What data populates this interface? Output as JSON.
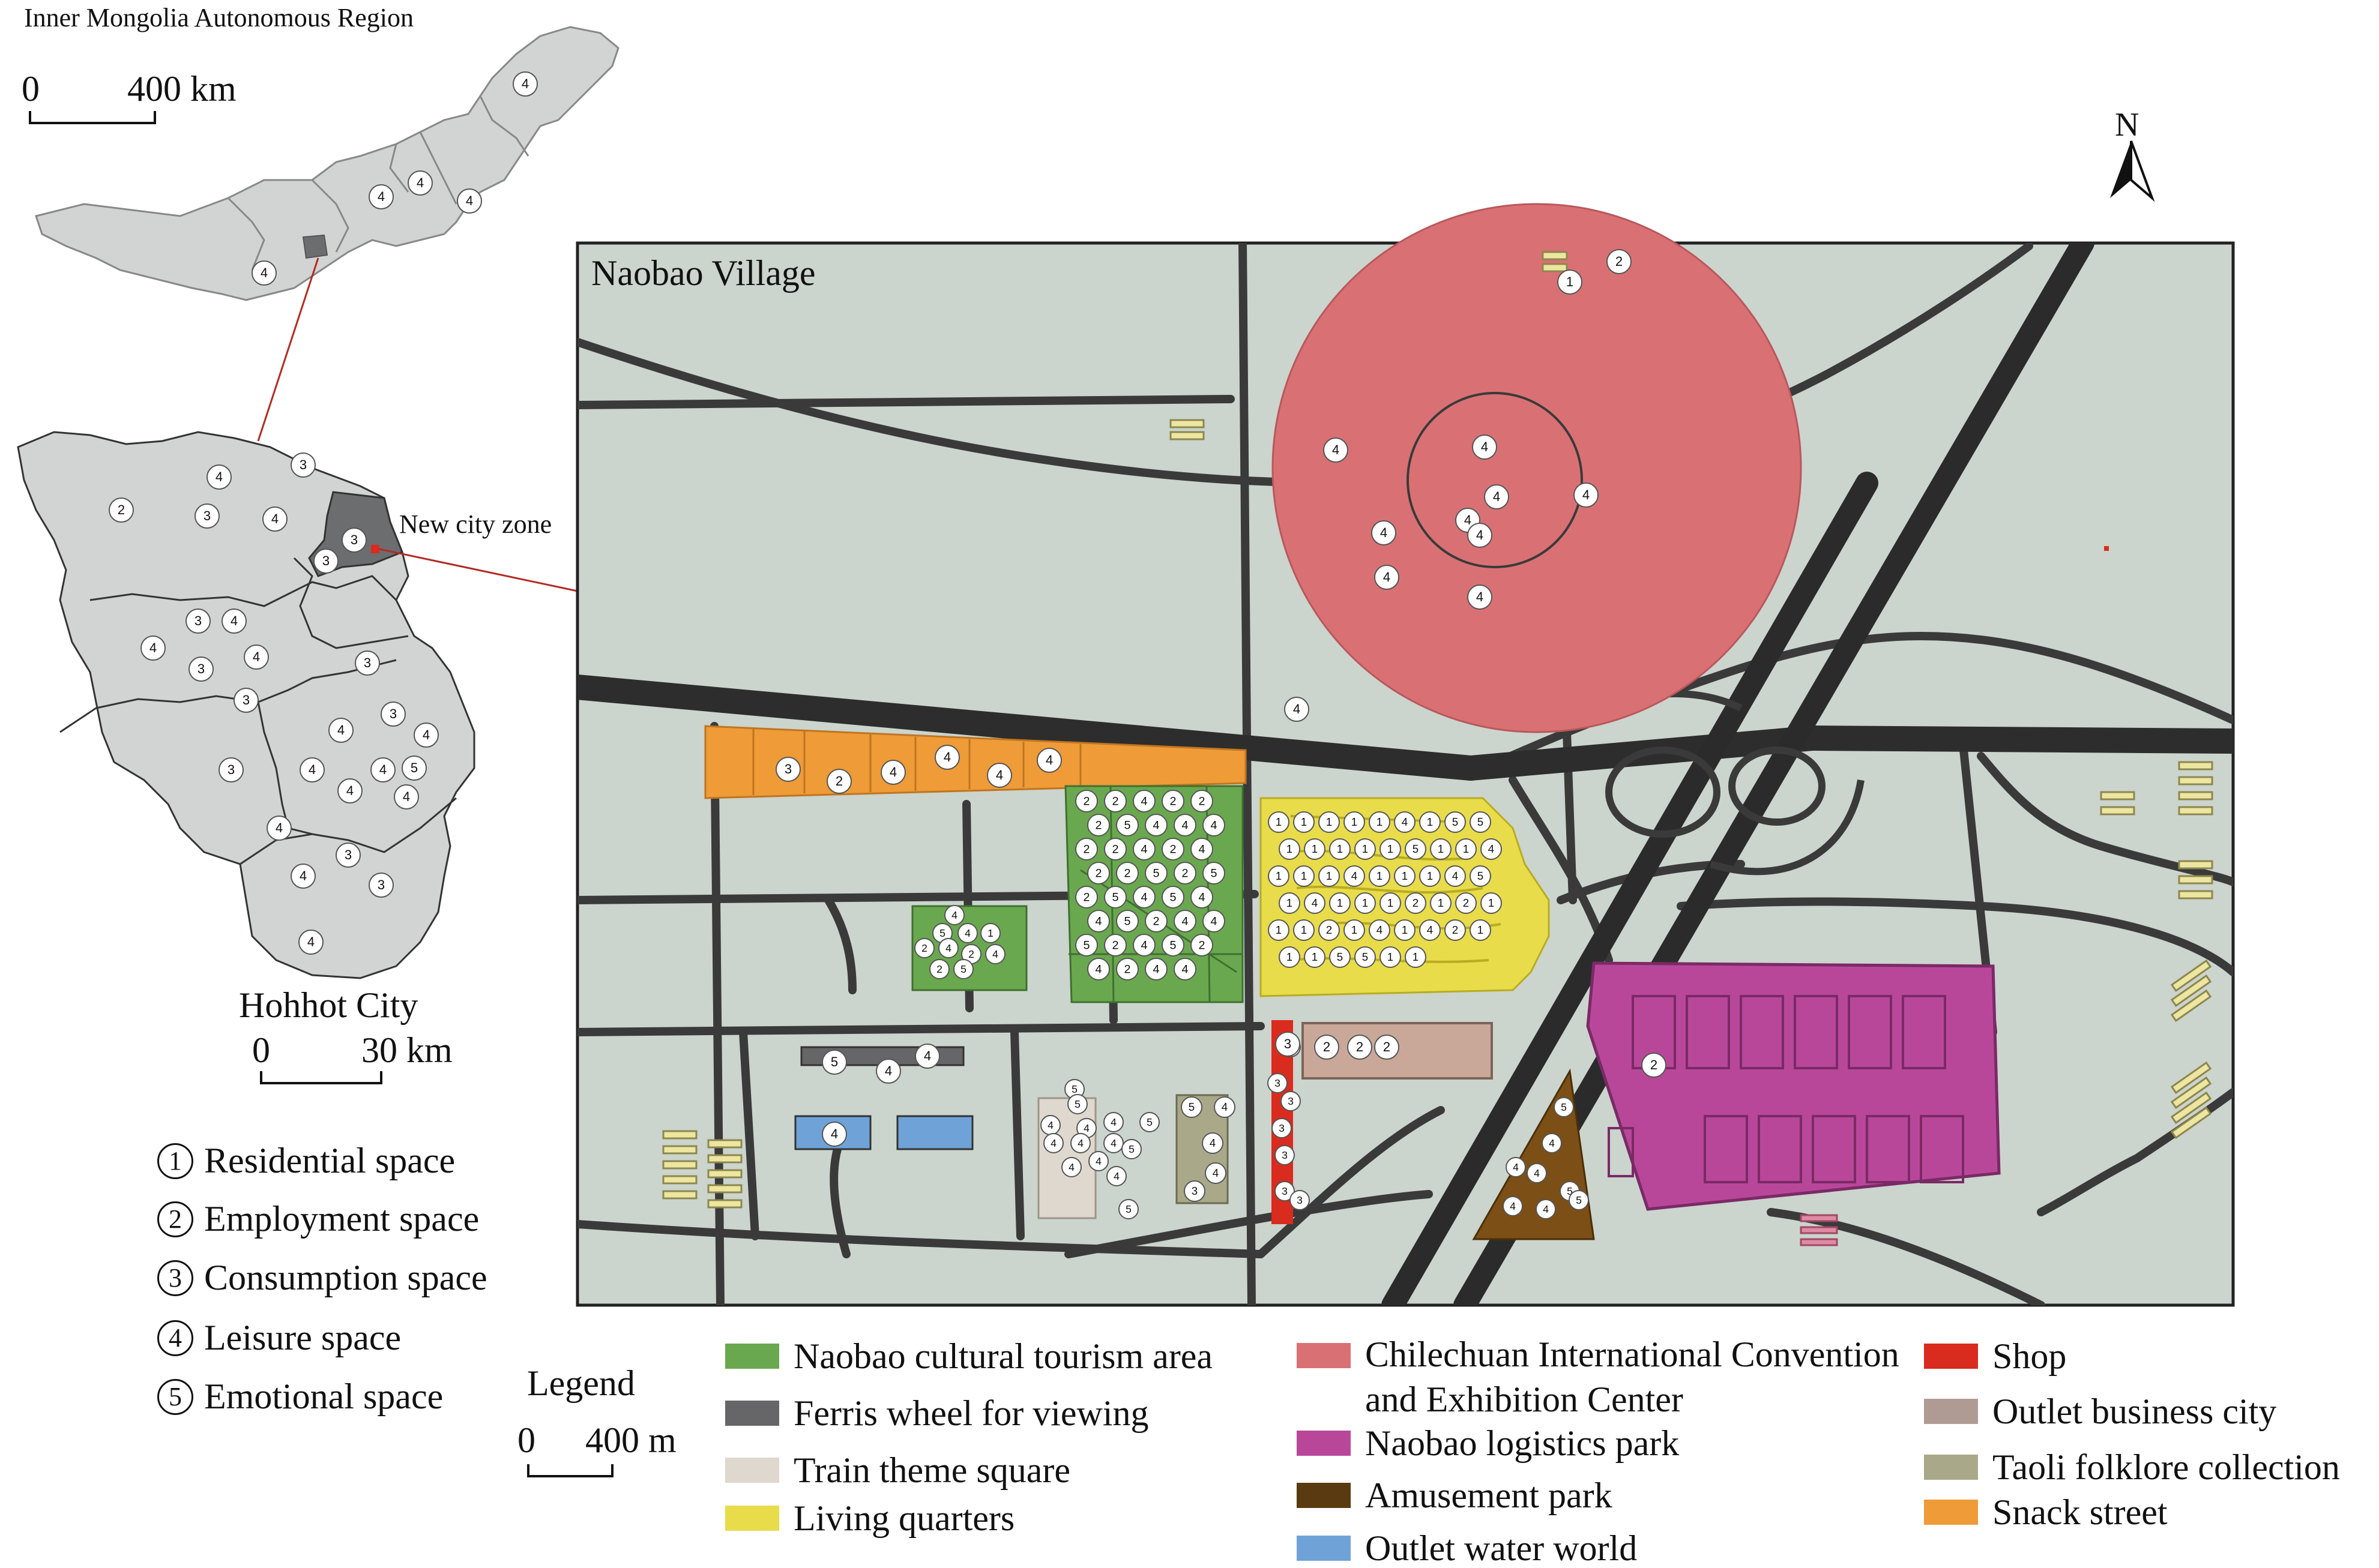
{
  "inset_region": {
    "title": "Inner Mongolia Autonomous Region",
    "scale_start": "0",
    "scale_end": "400 km",
    "markers": [
      "4",
      "4",
      "4",
      "4",
      "4"
    ]
  },
  "inset_city": {
    "title": "Hohhot City",
    "scale_start": "0",
    "scale_end": "30 km",
    "callout": "New city zone",
    "markers": [
      "3",
      "4",
      "2",
      "3",
      "4",
      "3",
      "3",
      "3",
      "4",
      "4",
      "3",
      "4",
      "3",
      "3",
      "3",
      "4",
      "4",
      "3",
      "4",
      "4",
      "5",
      "4",
      "4",
      "4",
      "3",
      "4",
      "3",
      "4"
    ]
  },
  "main_map": {
    "title": "Naobao Village",
    "north_label": "N",
    "markers": {
      "convention": [
        "4",
        "4",
        "4",
        "4",
        "4",
        "4",
        "4",
        "4",
        "4"
      ],
      "top": [
        "2",
        "1"
      ],
      "standalone": [
        "4"
      ],
      "snack": [
        "3",
        "2",
        "4",
        "4",
        "4",
        "4"
      ],
      "cultural": [
        "2",
        "2",
        "4",
        "2",
        "2",
        "2",
        "5",
        "4",
        "4",
        "4",
        "2",
        "2",
        "4",
        "2",
        "4",
        "2",
        "2",
        "5",
        "2",
        "5",
        "2",
        "5",
        "4",
        "5",
        "4",
        "4",
        "5",
        "2",
        "4",
        "4",
        "5",
        "2",
        "4",
        "5",
        "2",
        "4",
        "2",
        "4",
        "4"
      ],
      "living": [
        "1",
        "1",
        "1",
        "1",
        "1",
        "4",
        "1",
        "5",
        "5",
        "1",
        "1",
        "1",
        "1",
        "1",
        "5",
        "1",
        "1",
        "4",
        "1",
        "1",
        "1",
        "4",
        "1",
        "1",
        "1",
        "4",
        "5",
        "1",
        "4",
        "1",
        "1",
        "1",
        "2",
        "1",
        "2",
        "1",
        "1",
        "1",
        "2",
        "1",
        "4",
        "1",
        "4",
        "2",
        "1",
        "1",
        "1",
        "5",
        "5",
        "1",
        "1"
      ],
      "left_green": [
        "4",
        "5",
        "4",
        "1",
        "2",
        "4",
        "2",
        "4",
        "2",
        "5"
      ],
      "ferris": [
        "5",
        "4",
        "4"
      ],
      "water": [
        "4"
      ],
      "train": [
        "5",
        "5",
        "4",
        "4",
        "4",
        "5",
        "4",
        "4",
        "4",
        "4",
        "4",
        "4",
        "5",
        "5"
      ],
      "taoli": [
        "5",
        "4",
        "4",
        "4",
        "3"
      ],
      "shop": [
        "3",
        "3",
        "3",
        "3",
        "3",
        "3",
        "3"
      ],
      "outlet": [
        "3",
        "2",
        "2",
        "2"
      ],
      "logistics": [
        "2"
      ],
      "amusement": [
        "5",
        "4",
        "4",
        "4",
        "5",
        "4",
        "4",
        "5"
      ]
    }
  },
  "categories": [
    {
      "num": "1",
      "label": "Residential space"
    },
    {
      "num": "2",
      "label": "Employment space"
    },
    {
      "num": "3",
      "label": "Consumption space"
    },
    {
      "num": "4",
      "label": "Leisure space"
    },
    {
      "num": "5",
      "label": "Emotional space"
    }
  ],
  "legend": {
    "title": "Legend",
    "scale_start": "0",
    "scale_end": "400 m",
    "items": [
      {
        "label": "Naobao cultural tourism area",
        "color": "#6aa84f"
      },
      {
        "label": "Ferris wheel for viewing",
        "color": "#666668"
      },
      {
        "label": "Train theme square",
        "color": "#ded8cf"
      },
      {
        "label": "Living quarters",
        "color": "#e8dc4a"
      },
      {
        "label": "Chilechuan International Convention and Exhibition Center",
        "color": "#d97174"
      },
      {
        "label": "Naobao logistics park",
        "color": "#b8479a"
      },
      {
        "label": "Amusement park",
        "color": "#5a3a10"
      },
      {
        "label": "Outlet water world",
        "color": "#6fa3d8"
      },
      {
        "label": "Shop",
        "color": "#d92b1e"
      },
      {
        "label": "Outlet business city",
        "color": "#b09a94"
      },
      {
        "label": "Taoli folklore collection",
        "color": "#a9a98a"
      },
      {
        "label": "Snack street",
        "color": "#ee9b38"
      }
    ]
  }
}
